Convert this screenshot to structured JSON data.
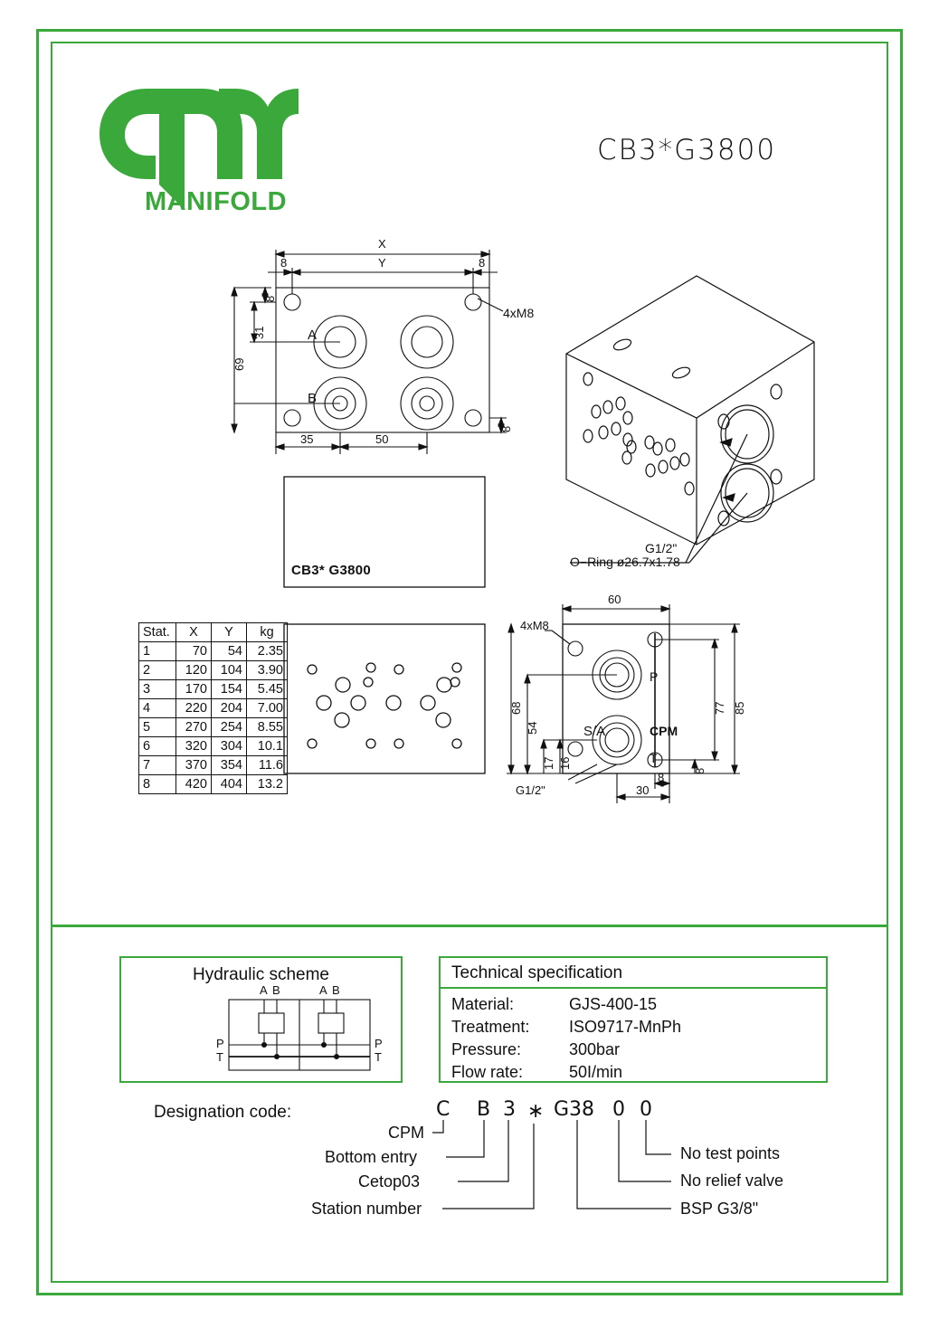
{
  "document": {
    "title": "CB3*G3800",
    "brand": "CPM",
    "brand_sub": "MANIFOLD",
    "frame_color": "#3aa83a"
  },
  "top_view": {
    "dims": {
      "overall_x": "X",
      "overall_y": "Y",
      "edge_left": "8",
      "edge_right": "8",
      "edge_top": "8",
      "edge_bottom": "8",
      "v31": "31",
      "v69": "69",
      "h35": "35",
      "h50": "50"
    },
    "labels": {
      "port_a": "A",
      "port_b": "B",
      "thread": "4xM8"
    }
  },
  "iso_view": {
    "callout_thread": "G1/2\"",
    "callout_oring": "O−Ring  ø26.7x1.78"
  },
  "side_view": {
    "part_label": "CB3* G3800"
  },
  "right_view": {
    "dims": {
      "w60": "60",
      "h68": "68",
      "h54": "54",
      "h17": "17",
      "h16": "16",
      "h77": "77",
      "h85": "85",
      "d30": "30",
      "d8a": "8",
      "d8b": "8"
    },
    "labels": {
      "thread": "4xM8",
      "port_sa": "S/A",
      "port_p": "P",
      "brand": "CPM",
      "port_t": "T",
      "bsp": "G1/2\""
    }
  },
  "station_table": {
    "headers": [
      "Stat.",
      "X",
      "Y",
      "kg"
    ],
    "rows": [
      [
        "1",
        "70",
        "54",
        "2.35"
      ],
      [
        "2",
        "120",
        "104",
        "3.90"
      ],
      [
        "3",
        "170",
        "154",
        "5.45"
      ],
      [
        "4",
        "220",
        "204",
        "7.00"
      ],
      [
        "5",
        "270",
        "254",
        "8.55"
      ],
      [
        "6",
        "320",
        "304",
        "10.1"
      ],
      [
        "7",
        "370",
        "354",
        "11.6"
      ],
      [
        "8",
        "420",
        "404",
        "13.2"
      ]
    ]
  },
  "hydraulic_scheme": {
    "title": "Hydraulic scheme",
    "labels": {
      "a1": "A",
      "b1": "B",
      "a2": "A",
      "b2": "B",
      "p_left": "P",
      "t_left": "T",
      "p_right": "P",
      "t_right": "T"
    }
  },
  "technical_specification": {
    "title": "Technical specification",
    "rows": [
      {
        "key": "Material:",
        "value": "GJS-400-15"
      },
      {
        "key": "Treatment:",
        "value": "ISO9717-MnPh"
      },
      {
        "key": "Pressure:",
        "value": "300bar"
      },
      {
        "key": "Flow rate:",
        "value": "50I/min"
      }
    ]
  },
  "designation": {
    "label": "Designation code:",
    "code": [
      "C",
      "B",
      "3",
      "∗",
      "G38",
      "0",
      "0"
    ],
    "legends_left": [
      "CPM",
      "Bottom entry",
      "Cetop03",
      "Station number"
    ],
    "legends_right": [
      "No test points",
      "No relief valve",
      "BSP G3/8\""
    ]
  }
}
